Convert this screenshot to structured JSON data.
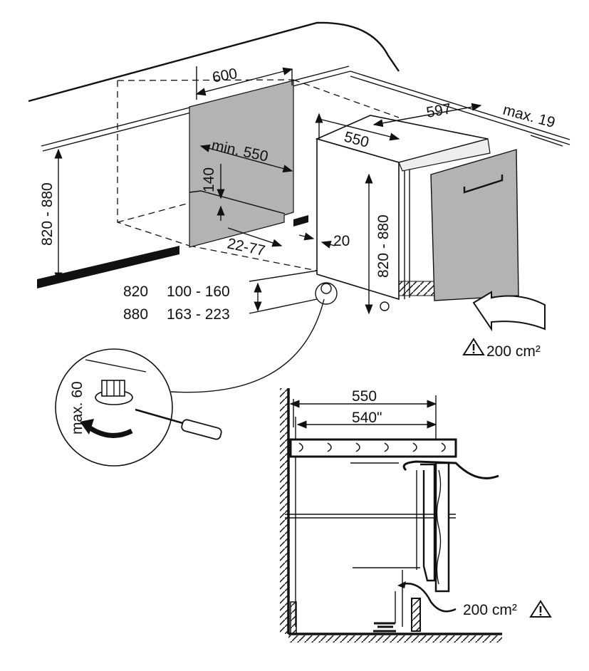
{
  "diagram": {
    "top_view": {
      "width_niche": "600",
      "depth_min": "min.  550",
      "height_notch": "140",
      "plinth_offset": "22-77",
      "gap": "20",
      "niche_height": "820 - 880",
      "appliance_depth": "550",
      "appliance_width": "597",
      "door_thickness": "max. 19",
      "appliance_height": "820 - 880",
      "plinth_table": [
        {
          "height": "820",
          "range": "100 - 160"
        },
        {
          "height": "880",
          "range": "163 - 223"
        }
      ],
      "ventilation": "200 cm²",
      "warning_icon": "warning-triangle"
    },
    "detail": {
      "foot_adjust": "max. 60"
    },
    "section_view": {
      "depth_outer": "550",
      "depth_inner": "540\"",
      "ventilation": "200 cm²",
      "warning_icon": "warning-triangle"
    }
  }
}
